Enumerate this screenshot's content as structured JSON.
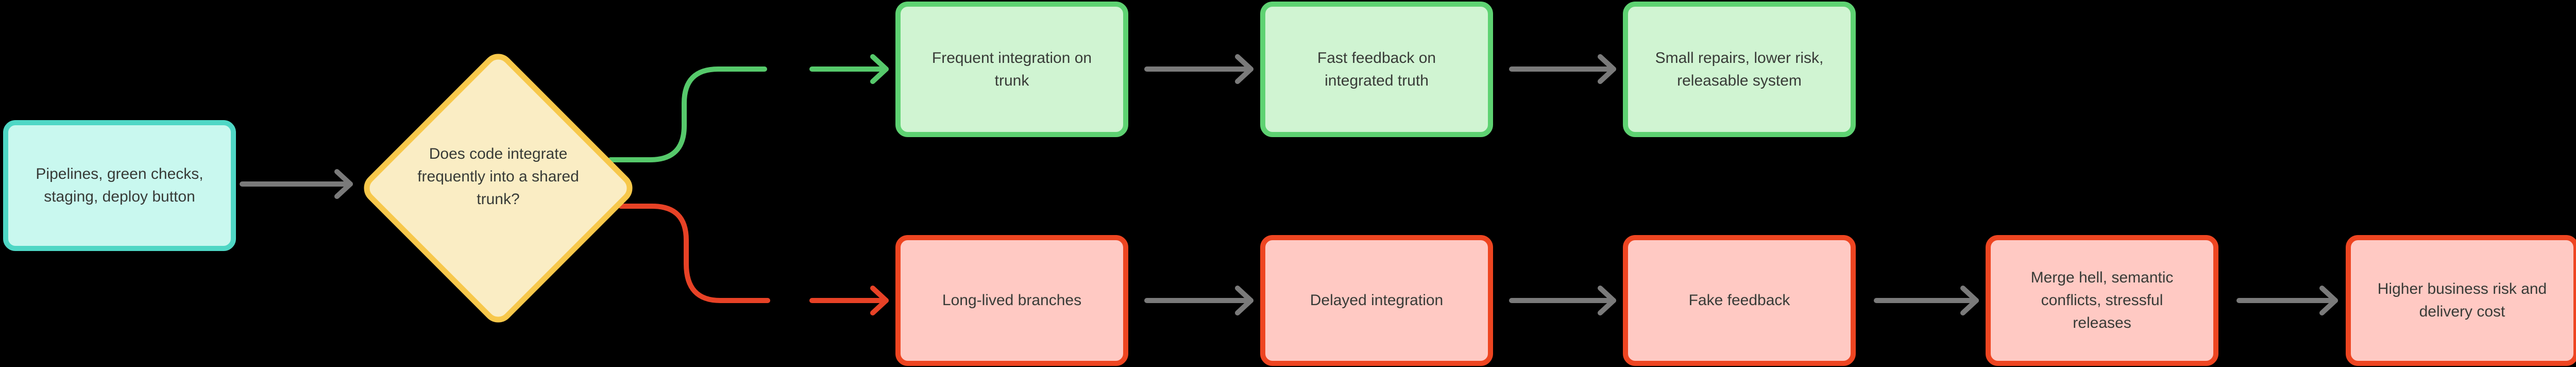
{
  "diagram": {
    "background_color": "#000000",
    "text_color": "#383b37",
    "arrow_color": "#7a7a7a",
    "start": {
      "label_lines": [
        "Pipelines, green checks,",
        "staging, deploy button"
      ],
      "fill": "#c9f8ef",
      "border": "#4fd7c5"
    },
    "decision": {
      "label_lines": [
        "Does code",
        "integrate",
        "frequently into",
        "a shared trunk?"
      ],
      "fill": "#faedc4",
      "border": "#f7c84b"
    },
    "yes_branch": {
      "connector_color": "#56c96b",
      "node_fill": "#d0f4d2",
      "node_border": "#5ed272",
      "nodes": [
        {
          "label_lines": [
            "Frequent integration on",
            "trunk"
          ]
        },
        {
          "label_lines": [
            "Fast feedback on",
            "integrated truth"
          ]
        },
        {
          "label_lines": [
            "Small repairs, lower risk,",
            "releasable system"
          ]
        }
      ]
    },
    "no_branch": {
      "connector_color": "#e74226",
      "node_fill": "#ffc9c3",
      "node_border": "#ee4521",
      "nodes": [
        {
          "label_lines": [
            "Long-lived branches"
          ]
        },
        {
          "label_lines": [
            "Delayed integration"
          ]
        },
        {
          "label_lines": [
            "Fake feedback"
          ]
        },
        {
          "label_lines": [
            "Merge hell, semantic",
            "conflicts, stressful",
            "releases"
          ]
        },
        {
          "label_lines": [
            "Higher business risk and",
            "delivery cost"
          ]
        }
      ]
    }
  }
}
